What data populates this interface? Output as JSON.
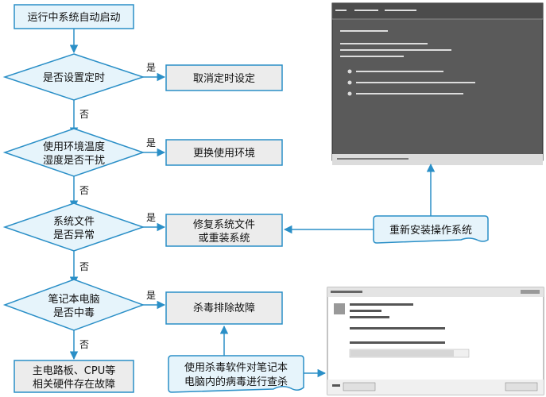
{
  "start": "运行中系统自动启动",
  "decisions": [
    {
      "lines": [
        "是否设置定时"
      ]
    },
    {
      "lines": [
        "使用环境温度",
        "湿度是否干扰"
      ]
    },
    {
      "lines": [
        "系统文件",
        "是否异常"
      ]
    },
    {
      "lines": [
        "笔记本电脑",
        "是否中毒"
      ]
    }
  ],
  "actions": [
    {
      "lines": [
        "取消定时设定"
      ]
    },
    {
      "lines": [
        "更换使用环境"
      ]
    },
    {
      "lines": [
        "修复系统文件",
        "或重装系统"
      ]
    },
    {
      "lines": [
        "杀毒排除故障"
      ]
    }
  ],
  "yes_label": "是",
  "no_label": "否",
  "end": {
    "lines": [
      "主电路板、CPU等",
      "相关硬件存在故障"
    ]
  },
  "callouts": {
    "reinstall": "重新安装操作系统",
    "antivirus": [
      "使用杀毒软件对笔记本",
      "电脑内的病毒进行查杀"
    ]
  },
  "colors": {
    "line": "#2a8fc7",
    "fill_light": "#e6f4fb",
    "fill_box": "#ececec",
    "screen_dark": "#5a5a5a"
  }
}
